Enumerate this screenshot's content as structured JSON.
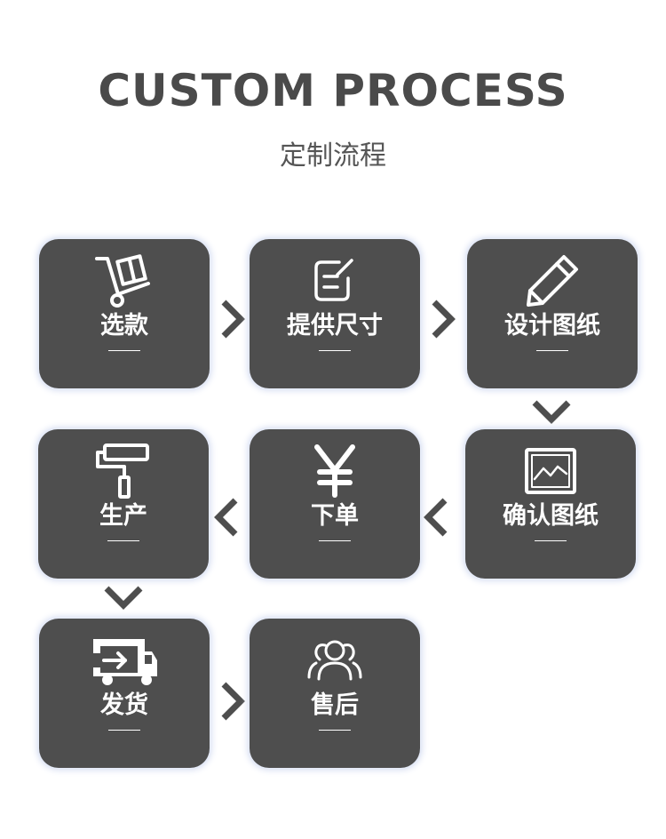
{
  "header": {
    "title": "CUSTOM PROCESS",
    "subtitle": "定制流程"
  },
  "colors": {
    "card_background": "#4e4e4e",
    "card_glow": "#e6ebf8",
    "title": "#4a4a4a",
    "arrow": "#4e4e4e",
    "icon": "#ffffff"
  },
  "steps": [
    {
      "label": "选款",
      "icon": "hand-truck-icon"
    },
    {
      "label": "提供尺寸",
      "icon": "edit-note-icon"
    },
    {
      "label": "设计图纸",
      "icon": "pencil-icon"
    },
    {
      "label": "确认图纸",
      "icon": "picture-frame-icon"
    },
    {
      "label": "下单",
      "icon": "yen-icon"
    },
    {
      "label": "生产",
      "icon": "paint-roller-icon"
    },
    {
      "label": "发货",
      "icon": "delivery-truck-icon"
    },
    {
      "label": "售后",
      "icon": "people-group-icon"
    }
  ]
}
